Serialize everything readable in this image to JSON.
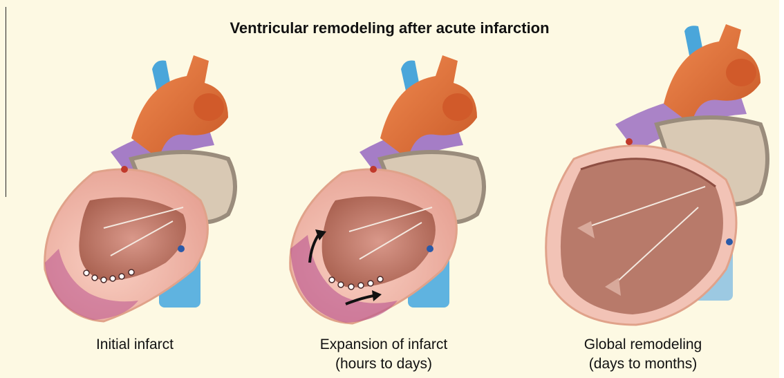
{
  "title": "Ventricular remodeling after acute infarction",
  "panels": [
    {
      "caption_line1": "Initial infarct",
      "caption_line2": ""
    },
    {
      "caption_line1": "Expansion of infarct",
      "caption_line2": "(hours to days)"
    },
    {
      "caption_line1": "Global remodeling",
      "caption_line2": "(days to months)"
    }
  ],
  "colors": {
    "background": "#fdf9e3",
    "aorta": "#e8703a",
    "pulmonary_vein": "#9b6fc2",
    "vena_cava": "#4aa6da",
    "myocardium": "#f3b5a8",
    "cavity": "#c98676",
    "infarct": "#b54a8e",
    "atrium_wall": "#d9c9b4"
  }
}
